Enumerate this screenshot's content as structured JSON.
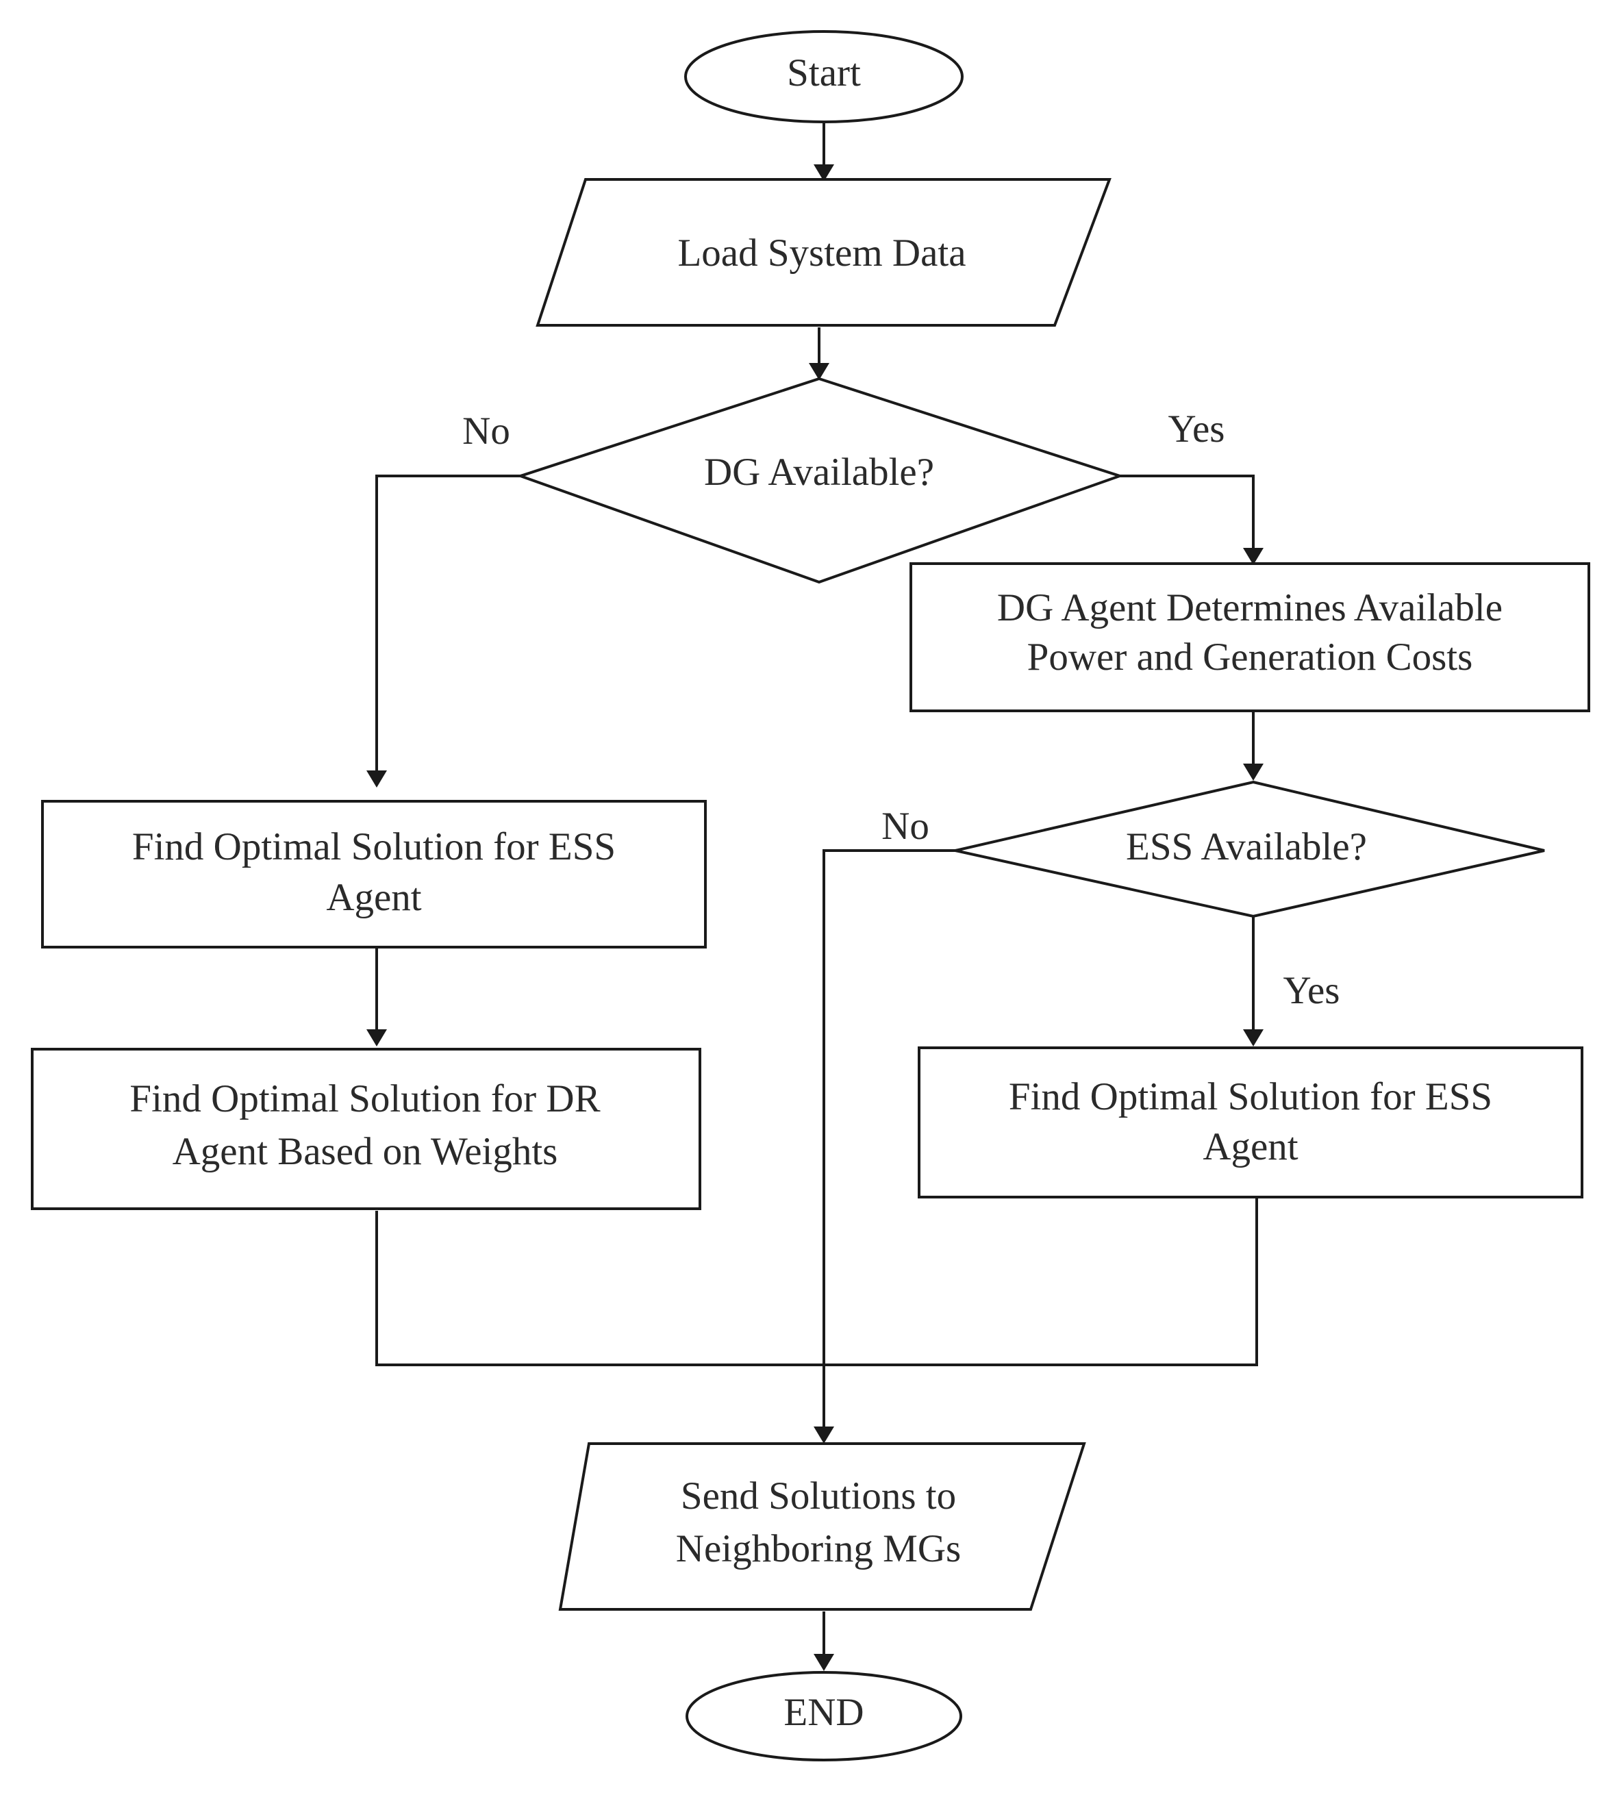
{
  "nodes": {
    "start": {
      "label": "Start"
    },
    "load": {
      "label": "Load System Data"
    },
    "dg_decision": {
      "label": "DG Available?"
    },
    "dg_agent": {
      "line1": "DG Agent Determines Available",
      "line2": "Power and Generation Costs"
    },
    "ess_decision": {
      "label": "ESS Available?"
    },
    "left_ess": {
      "line1": "Find Optimal Solution for ESS",
      "line2": "Agent"
    },
    "left_dr": {
      "line1": "Find Optimal Solution for DR",
      "line2": "Agent Based on Weights"
    },
    "right_ess": {
      "line1": "Find Optimal Solution for ESS",
      "line2": "Agent"
    },
    "send": {
      "line1": "Send Solutions to",
      "line2": "Neighboring MGs"
    },
    "end": {
      "label": "END"
    }
  },
  "edge_labels": {
    "dg_no": "No",
    "dg_yes": "Yes",
    "ess_no": "No",
    "ess_yes": "Yes"
  }
}
